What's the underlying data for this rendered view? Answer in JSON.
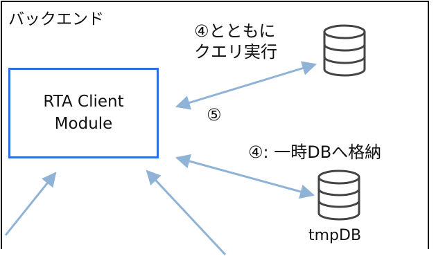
{
  "backend": {
    "title": "バックエンド"
  },
  "module": {
    "line1": "RTA Client",
    "line2": "Module"
  },
  "notes": {
    "query_line1": "④とともに",
    "query_line2": "クエリ実行",
    "step5": "⑤",
    "tmp_store": "④: 一時DBへ格納"
  },
  "databases": [
    {
      "icon": "database-icon",
      "label": ""
    },
    {
      "icon": "database-icon",
      "label": "tmpDB"
    }
  ],
  "colors": {
    "box_border": "#2f6fdc",
    "arrow": "#8fb3d6",
    "frame": "#000000"
  }
}
